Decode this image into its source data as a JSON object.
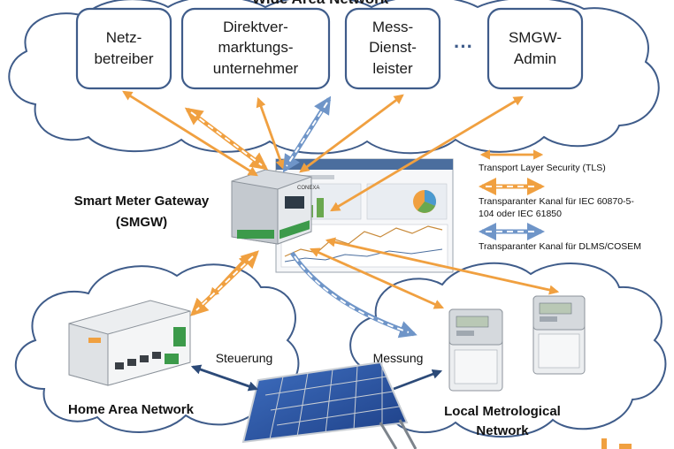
{
  "wan": {
    "title": "Wide Area Network",
    "boxes": [
      {
        "line1": "Netz-",
        "line2": "betreiber",
        "line3": ""
      },
      {
        "line1": "Direktver-",
        "line2": "marktungs-",
        "line3": "unternehmer"
      },
      {
        "line1": "Mess-",
        "line2": "Dienst-",
        "line3": "leister"
      },
      {
        "line1": "SMGW-",
        "line2": "Admin",
        "line3": ""
      }
    ],
    "ellipsis": "···"
  },
  "smgw": {
    "line1": "Smart Meter Gateway",
    "line2": "(SMGW)"
  },
  "legend": {
    "tls": "Transport  Layer Security (TLS)",
    "iec_line1": "Transparanter Kanal für IEC 60870-5-",
    "iec_line2": "104 oder IEC 61850",
    "dlms": "Transparanter Kanal für DLMS/COSEM"
  },
  "han": {
    "label": "Home Area Network",
    "steuerung": "Steuerung"
  },
  "lmn": {
    "line1": "Local Metrological",
    "line2": "Network",
    "messung": "Messung"
  },
  "colors": {
    "orange": "#f0a040",
    "blue": "#6f95c8",
    "navy": "#2c4a78",
    "cloud_stroke": "#3f5c8a"
  }
}
